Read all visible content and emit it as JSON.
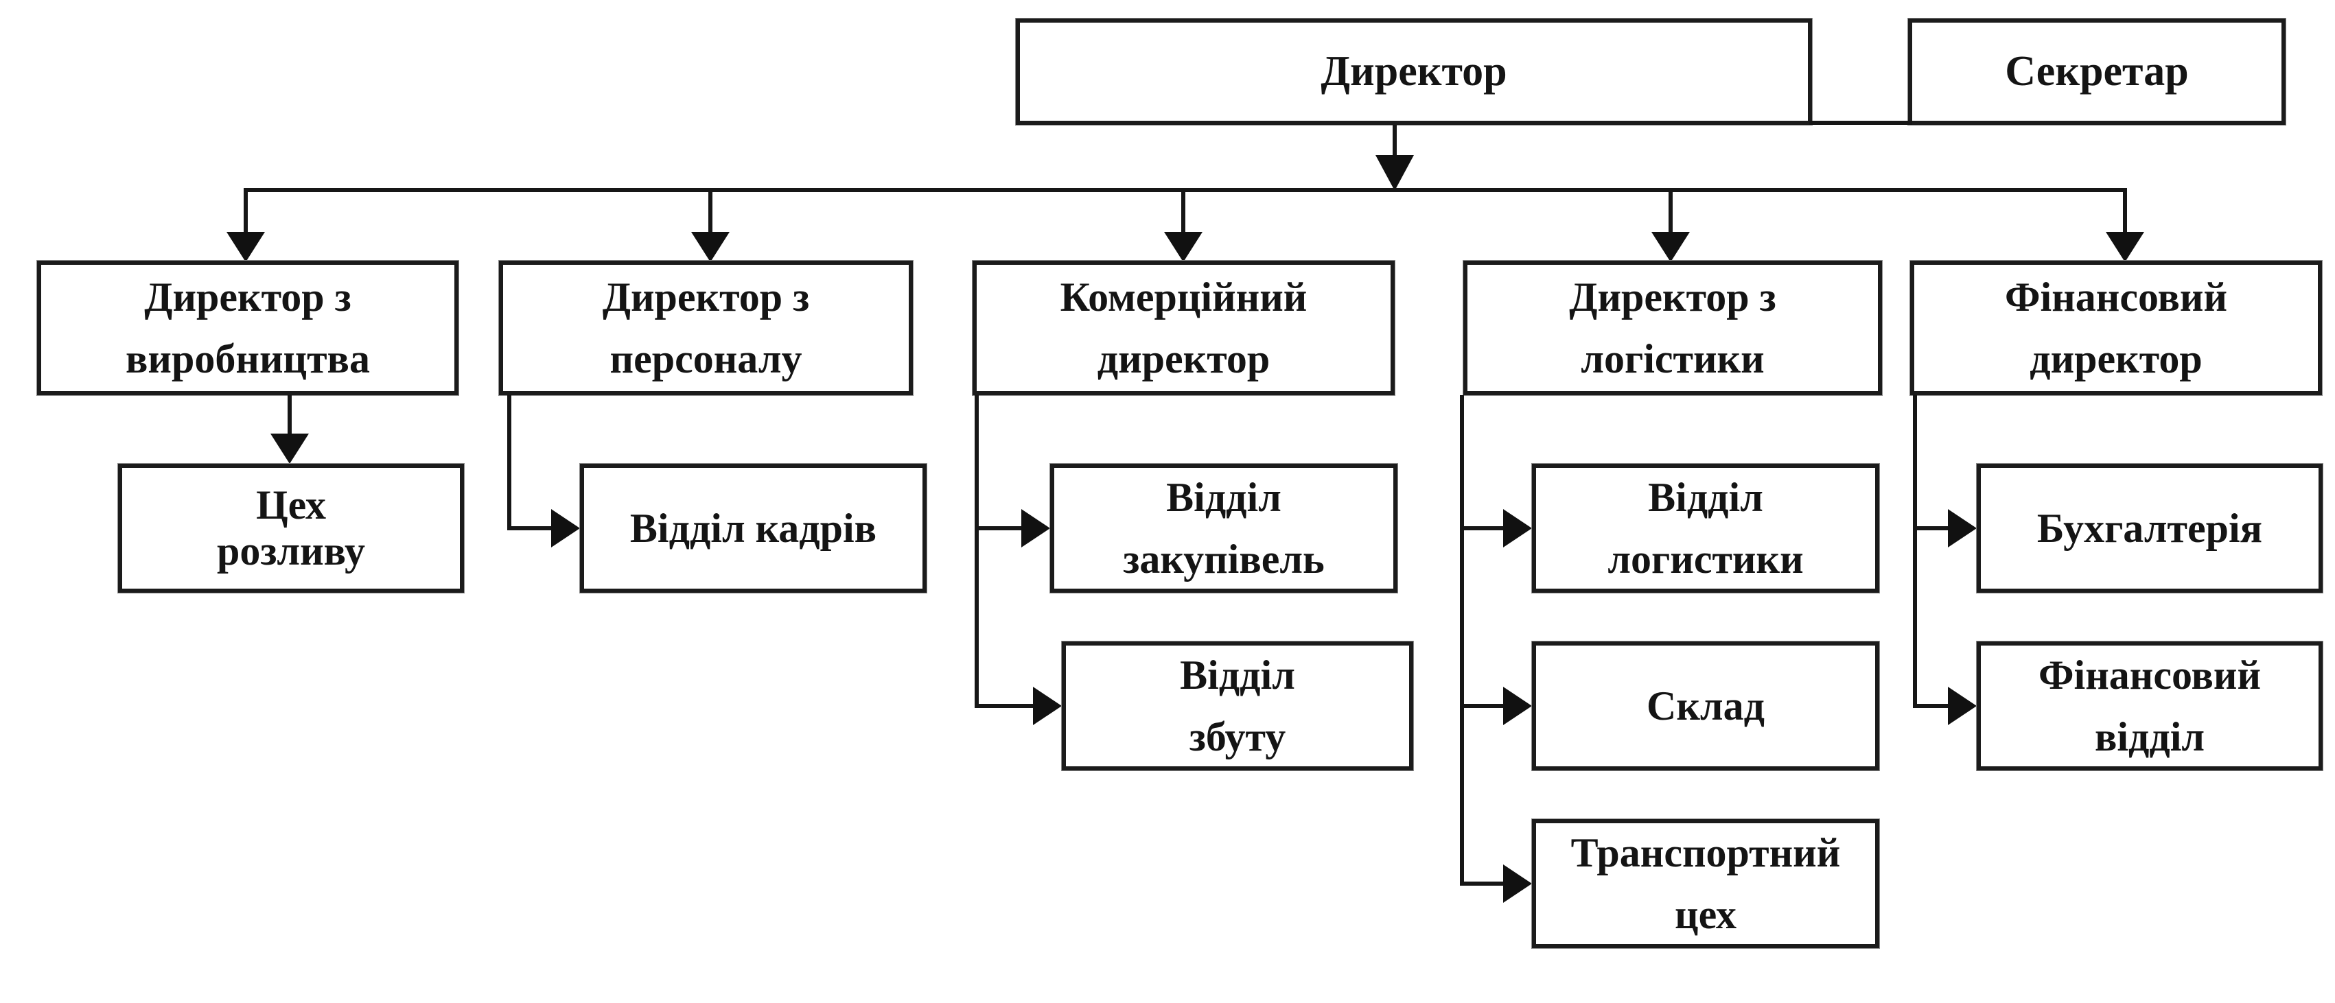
{
  "diagram": {
    "type": "org-chart",
    "language": "uk",
    "colors": {
      "background": "#ffffff",
      "box_fill": "#ffffff",
      "box_border": "#1b1b1b",
      "line": "#161616",
      "text": "#141414"
    },
    "root": {
      "label": "Директор",
      "lines": [
        "Директор"
      ]
    },
    "secretary": {
      "label": "Секретар",
      "lines": [
        "Секретар"
      ]
    },
    "branches": [
      {
        "label": "Директор з виробництва",
        "lines": [
          "Директор з",
          "виробництва"
        ],
        "children": [
          {
            "label": "Цех розливу",
            "lines": [
              "Цех",
              "розливу"
            ]
          }
        ]
      },
      {
        "label": "Директор з персоналу",
        "lines": [
          "Директор з",
          "персоналу"
        ],
        "children": [
          {
            "label": "Відділ кадрів",
            "lines": [
              "Відділ кадрів"
            ]
          }
        ]
      },
      {
        "label": "Комерційний директор",
        "lines": [
          "Комерційний",
          "директор"
        ],
        "children": [
          {
            "label": "Відділ закупівель",
            "lines": [
              "Відділ",
              "закупівель"
            ]
          },
          {
            "label": "Відділ збуту",
            "lines": [
              "Відділ",
              "збуту"
            ]
          }
        ]
      },
      {
        "label": "Директор з логістики",
        "lines": [
          "Директор з",
          "логістики"
        ],
        "children": [
          {
            "label": "Відділ логистики",
            "lines": [
              "Відділ",
              "логистики"
            ]
          },
          {
            "label": "Склад",
            "lines": [
              "Склад"
            ]
          },
          {
            "label": "Транспортний цех",
            "lines": [
              "Транспортний",
              "цех"
            ]
          }
        ]
      },
      {
        "label": "Фінансовий директор",
        "lines": [
          "Фінансовий",
          "директор"
        ],
        "children": [
          {
            "label": "Бухгалтерія",
            "lines": [
              "Бухгалтерія"
            ]
          },
          {
            "label": "Фінансовий відділ",
            "lines": [
              "Фінансовий",
              "відділ"
            ]
          }
        ]
      }
    ]
  }
}
